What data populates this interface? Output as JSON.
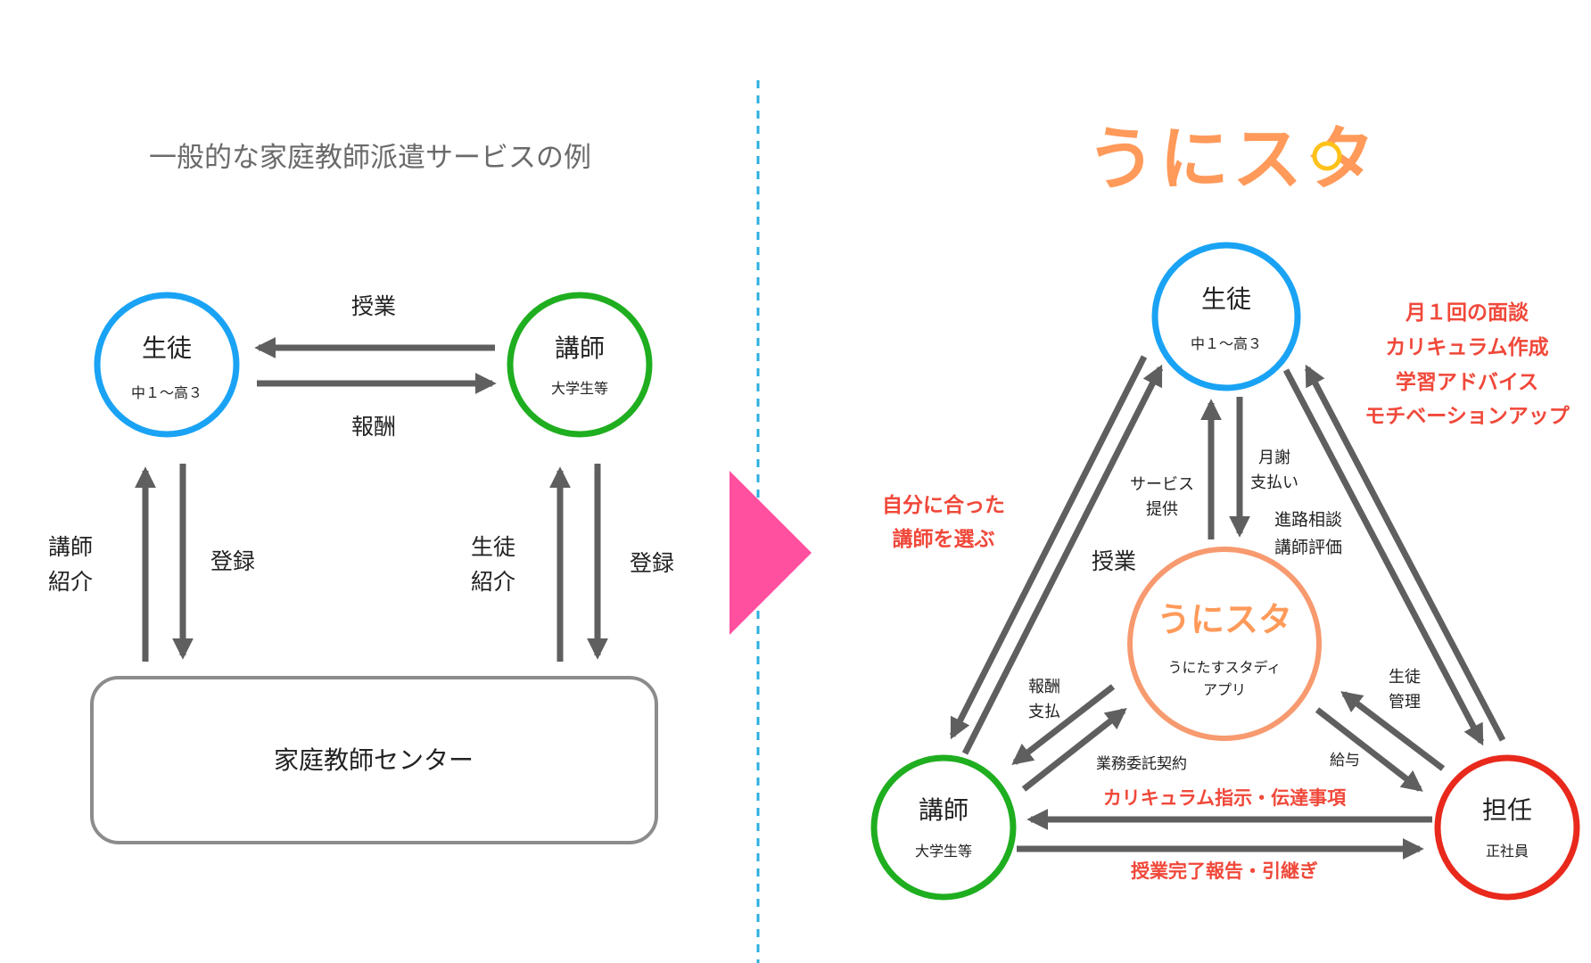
{
  "colors": {
    "arrow": "#5f5f5f",
    "student_ring": "#1aa3f4",
    "tutor_ring": "#1fae1f",
    "homeroom_ring": "#e8291c",
    "app_ring": "#f79a6f",
    "center_box": "#8c8c8c",
    "divider": "#2aaee0",
    "chevron": "#ff4f9f",
    "highlight_text": "#f0483a",
    "muted_text": "#6a6a6a",
    "logo_orange": "#ff9a5a",
    "logo_yellow": "#ffc21a"
  },
  "left": {
    "title": "一般的な家庭教師派遣サービスの例",
    "student": {
      "name": "生徒",
      "sub": "中１〜高３"
    },
    "tutor": {
      "name": "講師",
      "sub": "大学生等"
    },
    "center": {
      "name": "家庭教師センター"
    },
    "labels": {
      "lesson": "授業",
      "reward": "報酬",
      "tutor_intro_1": "講師",
      "tutor_intro_2": "紹介",
      "register_left": "登録",
      "student_intro_1": "生徒",
      "student_intro_2": "紹介",
      "register_right": "登録"
    }
  },
  "right": {
    "logo_text": "うにスタ",
    "student": {
      "name": "生徒",
      "sub": "中１〜高３"
    },
    "tutor": {
      "name": "講師",
      "sub": "大学生等"
    },
    "homeroom": {
      "name": "担任",
      "sub": "正社員"
    },
    "app": {
      "logo": "うにスタ",
      "name_1": "うにたすスタディ",
      "name_2": "アプリ"
    },
    "labels": {
      "service_1": "サービス",
      "service_2": "提供",
      "monthly_1": "月謝",
      "monthly_2": "支払い",
      "consult_1": "進路相談",
      "consult_2": "講師評価",
      "lesson": "授業",
      "reward_1": "報酬",
      "reward_2": "支払",
      "student_mgmt_1": "生徒",
      "student_mgmt_2": "管理",
      "contract": "業務委託契約",
      "salary": "給与",
      "curriculum_instruction": "カリキュラム指示・伝達事項",
      "lesson_report": "授業完了報告・引継ぎ",
      "choose_tutor_1": "自分に合った",
      "choose_tutor_2": "講師を選ぶ",
      "homeroom_1": "月１回の面談",
      "homeroom_2": "カリキュラム作成",
      "homeroom_3": "学習アドバイス",
      "homeroom_4": "モチベーションアップ"
    }
  }
}
